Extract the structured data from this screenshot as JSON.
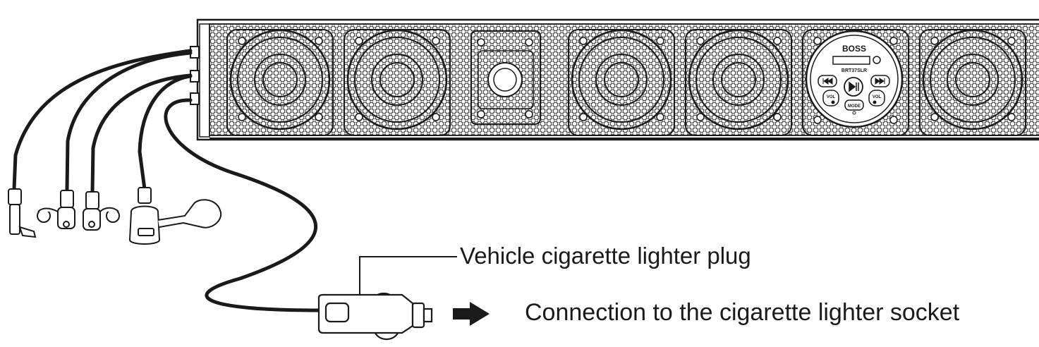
{
  "labels": {
    "plug": "Vehicle cigarette lighter plug",
    "socket": "Connection to the cigarette lighter socket"
  },
  "device": {
    "brand_logo": "BOSS",
    "model": "BRT37SLR",
    "buttons": {
      "vol_left": "VOL",
      "vol_right": "VOL",
      "mode": "MODE"
    }
  },
  "colors": {
    "line": "#1a1a1a",
    "background": "#ffffff"
  },
  "icons": {
    "play_pause": "play-pause-icon",
    "previous": "previous-track-icon",
    "next": "next-track-icon",
    "arrow": "right-arrow-icon"
  }
}
